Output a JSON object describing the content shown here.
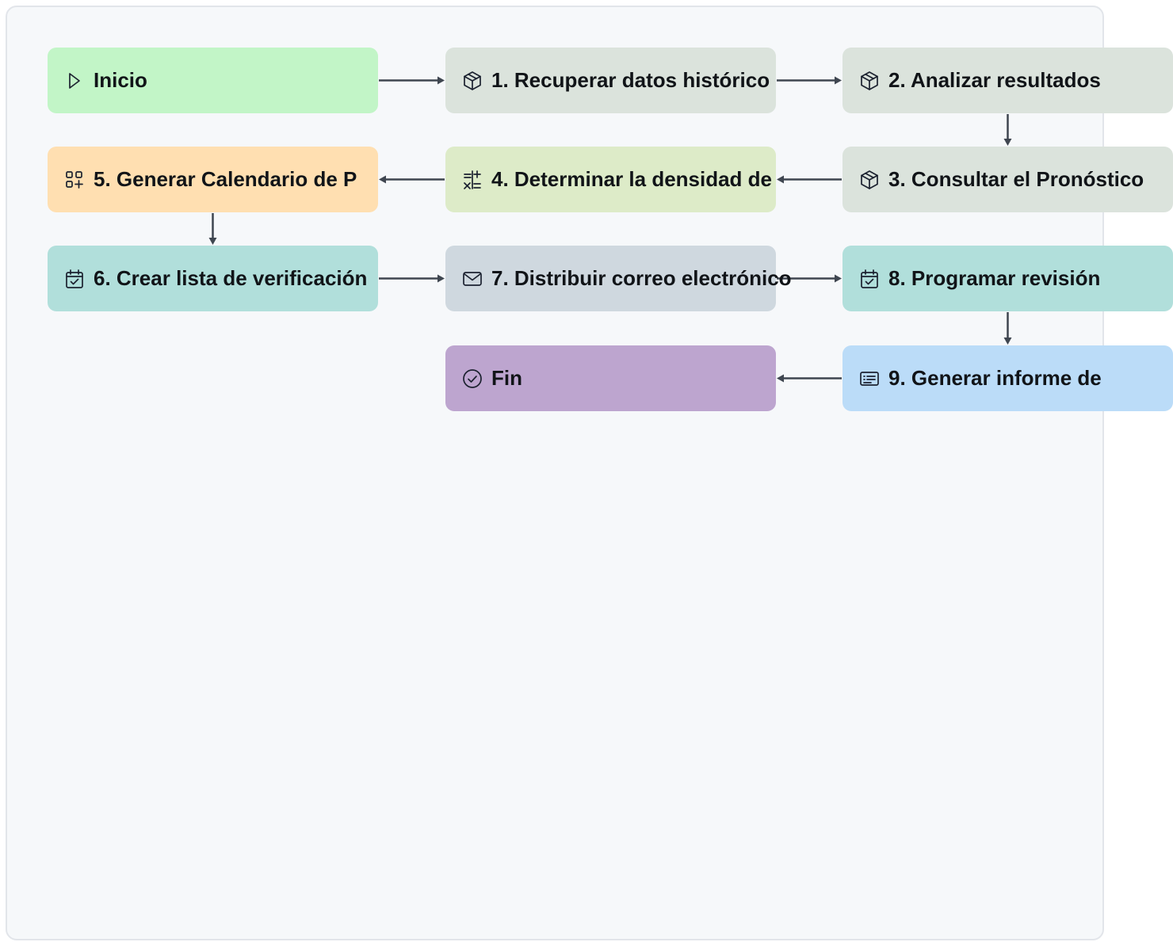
{
  "colors": {
    "start": "#c2f5c7",
    "task_gray": "#dbe3dc",
    "task_green": "#ddebc8",
    "task_orange": "#ffdfb1",
    "task_teal": "#b1dfdb",
    "task_slate": "#cfd8df",
    "task_blue": "#bbdcf8",
    "end": "#bda5cf",
    "edge": "#3f4650",
    "panel_bg": "#f6f8fa"
  },
  "nodes": [
    {
      "id": "inicio",
      "label": "Inicio",
      "icon": "play-icon",
      "color_key": "start"
    },
    {
      "id": "n1",
      "label": "1. Recuperar datos histórico",
      "icon": "cube-icon",
      "color_key": "task_gray"
    },
    {
      "id": "n2",
      "label": "2. Analizar resultados",
      "icon": "cube-icon",
      "color_key": "task_gray"
    },
    {
      "id": "n3",
      "label": "3. Consultar el Pronóstico",
      "icon": "cube-icon",
      "color_key": "task_gray"
    },
    {
      "id": "n4",
      "label": "4. Determinar la densidad de",
      "icon": "calculator-icon",
      "color_key": "task_green"
    },
    {
      "id": "n5",
      "label": "5. Generar Calendario de P",
      "icon": "grid-add-icon",
      "color_key": "task_orange"
    },
    {
      "id": "n6",
      "label": "6. Crear lista de verificación",
      "icon": "calendar-check-icon",
      "color_key": "task_teal"
    },
    {
      "id": "n7",
      "label": "7. Distribuir correo electrónico",
      "icon": "mail-icon",
      "color_key": "task_slate"
    },
    {
      "id": "n8",
      "label": "8. Programar revisión",
      "icon": "calendar-check-icon",
      "color_key": "task_teal"
    },
    {
      "id": "n9",
      "label": "9. Generar informe de",
      "icon": "list-card-icon",
      "color_key": "task_blue"
    },
    {
      "id": "fin",
      "label": "Fin",
      "icon": "check-circle-icon",
      "color_key": "end"
    }
  ],
  "edges": [
    {
      "from": "inicio",
      "to": "n1"
    },
    {
      "from": "n1",
      "to": "n2"
    },
    {
      "from": "n2",
      "to": "n3"
    },
    {
      "from": "n3",
      "to": "n4"
    },
    {
      "from": "n4",
      "to": "n5"
    },
    {
      "from": "n5",
      "to": "n6"
    },
    {
      "from": "n6",
      "to": "n7"
    },
    {
      "from": "n7",
      "to": "n8"
    },
    {
      "from": "n8",
      "to": "n9"
    },
    {
      "from": "n9",
      "to": "fin"
    }
  ]
}
